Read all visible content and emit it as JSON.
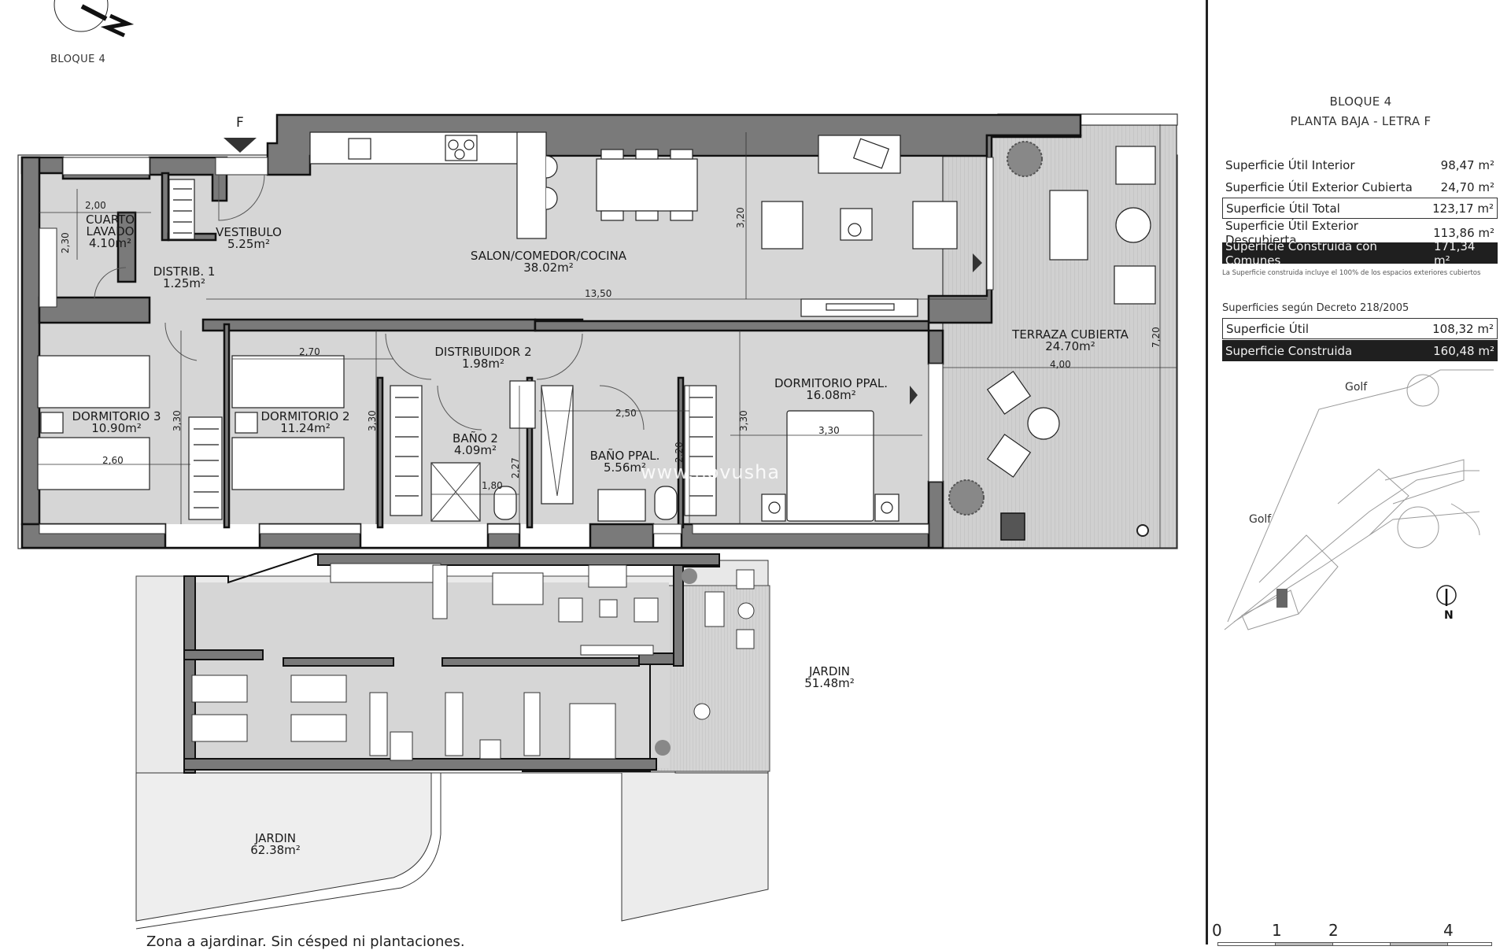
{
  "header": {
    "north_label": "N",
    "block_title": "BLOQUE 4",
    "entrance_marker": "F"
  },
  "plan_upper": {
    "rooms": [
      {
        "name": "CUARTO",
        "name2": "LAVADO",
        "area": "4.10m²"
      },
      {
        "name": "VESTIBULO",
        "area": "5.25m²"
      },
      {
        "name": "DISTRIB. 1",
        "area": "1.25m²"
      },
      {
        "name": "SALON/COMEDOR/COCINA",
        "area": "38.02m²"
      },
      {
        "name": "DORMITORIO 3",
        "area": "10.90m²"
      },
      {
        "name": "DORMITORIO 2",
        "area": "11.24m²"
      },
      {
        "name": "DISTRIBUIDOR 2",
        "area": "1.98m²"
      },
      {
        "name": "BAÑO 2",
        "area": "4.09m²"
      },
      {
        "name": "BAÑO PPAL.",
        "area": "5.56m²"
      },
      {
        "name": "DORMITORIO PPAL.",
        "area": "16.08m²"
      },
      {
        "name": "TERRAZA CUBIERTA",
        "area": "24.70m²"
      }
    ],
    "dimensions": {
      "lavado_w": "2,00",
      "lavado_h": "2,30",
      "salon_len": "13,50",
      "salon_h": "3,20",
      "dorm3_w": "2,60",
      "dorm3_h": "3,30",
      "dorm2_w": "2,70",
      "dorm2_h": "3,30",
      "bano2_w": "1,80",
      "bano2_h": "2,27",
      "banoppal_w": "2,50",
      "banoppal_h": "2,20",
      "dormppal_w": "3,30",
      "dormppal_h": "3,30",
      "terraza_w": "4,00",
      "terraza_h": "7,20"
    },
    "watermark": "www.novusha"
  },
  "plan_lower": {
    "gardens": [
      {
        "name": "JARDIN",
        "area": "51.48m²"
      },
      {
        "name": "JARDIN",
        "area": "62.38m²"
      }
    ],
    "note": "Zona a ajardinar. Sin césped ni plantaciones."
  },
  "panel": {
    "title_line1": "BLOQUE 4",
    "title_line2": "PLANTA BAJA - LETRA F",
    "surfaces": [
      {
        "label": "Superficie Útil Interior",
        "value": "98,47 m²",
        "style": "plain"
      },
      {
        "label": "Superficie Útil Exterior Cubierta",
        "value": "24,70 m²",
        "style": "plain"
      },
      {
        "label": "Superficie Útil Total",
        "value": "123,17 m²",
        "style": "boxed"
      },
      {
        "label": "Superficie Útil Exterior Descubierta",
        "value": "113,86 m²",
        "style": "plain"
      },
      {
        "label": "Superficie Construida con Comunes",
        "value": "171,34 m²",
        "style": "dark"
      }
    ],
    "note": "La Superficie construida incluye el 100% de los espacios exteriores cubiertos",
    "decree_heading": "Superficies según Decreto 218/2005",
    "decree": [
      {
        "label": "Superficie Útil",
        "value": "108,32 m²",
        "style": "boxed"
      },
      {
        "label": "Superficie Construida",
        "value": "160,48 m²",
        "style": "dark"
      }
    ],
    "site_map": {
      "labels": [
        "Golf",
        "Golf"
      ],
      "north_label": "N"
    },
    "scale_bar": {
      "ticks": [
        "0",
        "1",
        "2",
        "4"
      ]
    }
  }
}
